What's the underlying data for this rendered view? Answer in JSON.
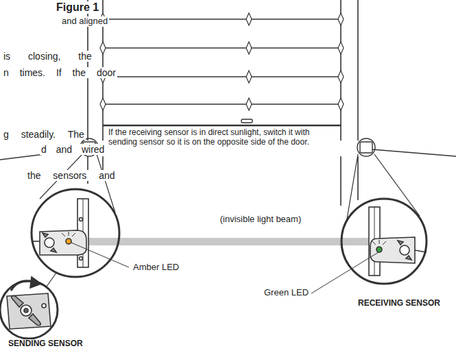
{
  "diagram": {
    "title": "Figure 1",
    "labels": [
      "and aligned",
      "is closing, the",
      "n times. If the door",
      "g steadily. The",
      "d and wired",
      "the sensors and",
      "If the receiving sensor is in direct sunlight, switch it with sending sensor so it is on the opposite side of the door.",
      "(invisible light beam)",
      "Amber LED",
      "Green LED",
      "RECEIVING SENSOR",
      "SENDING SENSOR"
    ]
  }
}
